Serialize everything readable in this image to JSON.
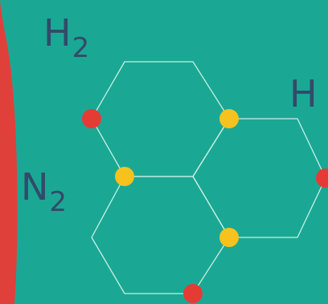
{
  "formulas": {
    "hydrogen_molecule": {
      "symbol": "H",
      "subscript": "2"
    },
    "nitrogen_molecule": {
      "symbol": "N",
      "subscript": "2"
    },
    "hydrogen_atom": {
      "symbol": "H"
    }
  },
  "colors": {
    "background": "#1aa895",
    "side_bar": "#e0403a",
    "bond_line": "#c9efe3",
    "atom_red": "#e53b35",
    "atom_yellow": "#f7c21e",
    "text": "#334a6a"
  },
  "molecule": {
    "hexagon_count": 3,
    "atom_colors": [
      "red",
      "yellow",
      "yellow",
      "yellow",
      "red",
      "red"
    ]
  }
}
